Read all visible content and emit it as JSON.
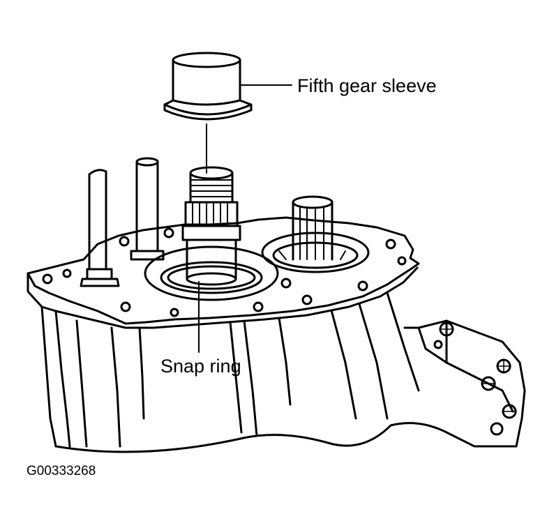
{
  "labels": {
    "fifth_gear_sleeve": "Fifth gear sleeve",
    "snap_ring": "Snap ring"
  },
  "figure_id": "G00333268",
  "colors": {
    "ink": "#000000",
    "paper": "#ffffff"
  }
}
